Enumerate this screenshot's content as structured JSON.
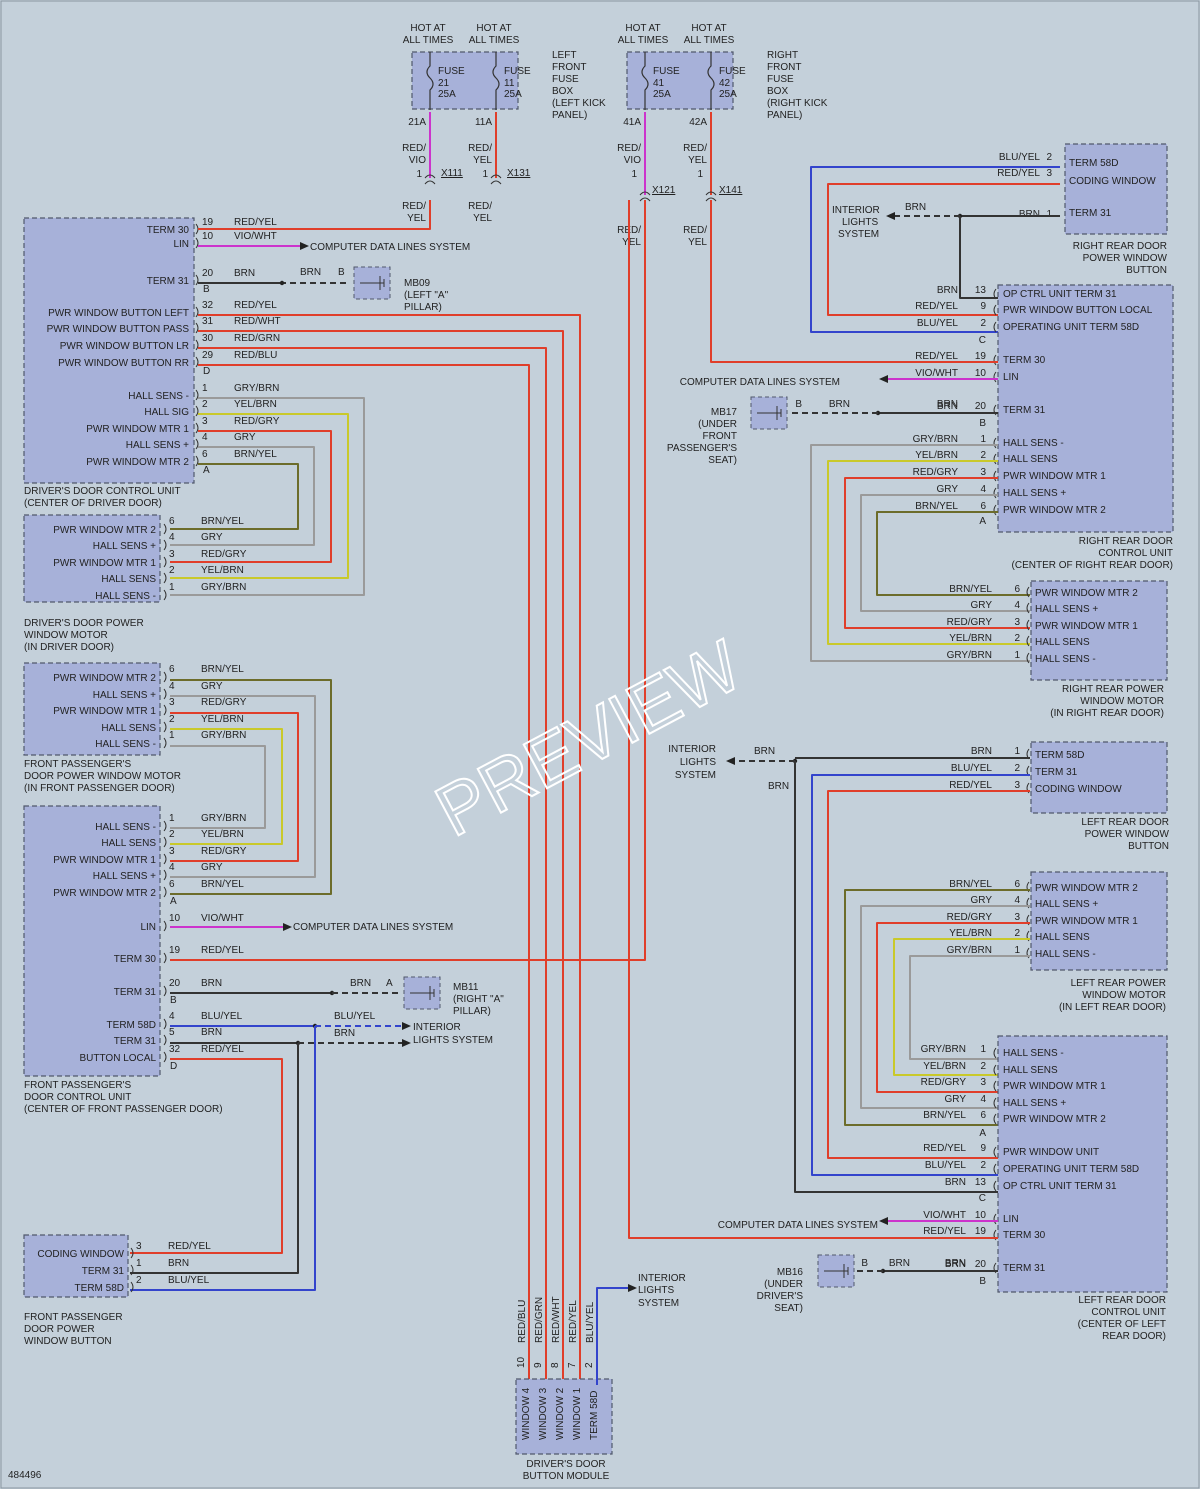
{
  "watermark": "PREVIEW",
  "diagram_id": "484496",
  "colors": {
    "background": "#c4d0da",
    "box_fill": "#a7b1d9",
    "wire_red": "#e03e2a",
    "wire_grey": "#9a9a9a",
    "wire_yellow": "#c9c92a",
    "wire_olive": "#6c6c2a",
    "wire_blue": "#3344cc",
    "wire_magenta": "#cc33cc",
    "wire_orange": "#d66a1d",
    "wire_dark": "#333333"
  },
  "fuse_boxes": {
    "left": {
      "hot1": "HOT AT",
      "hot1b": "ALL TIMES",
      "hot2": "HOT AT",
      "hot2b": "ALL TIMES",
      "fuse_a": {
        "name": "FUSE",
        "num": "21",
        "amp": "25A",
        "pin": "21A"
      },
      "fuse_b": {
        "name": "FUSE",
        "num": "11",
        "amp": "25A",
        "pin": "11A"
      },
      "label": [
        "LEFT",
        "FRONT",
        "FUSE",
        "BOX",
        "(LEFT KICK",
        "PANEL)"
      ],
      "wire_a": [
        "RED/",
        "VIO"
      ],
      "wire_b": [
        "RED/",
        "YEL"
      ],
      "conn_a": "X111",
      "conn_b": "X131",
      "pin_a": "1",
      "pin_b": "1",
      "wire_a2": [
        "RED/",
        "YEL"
      ],
      "wire_b2": [
        "RED/",
        "YEL"
      ]
    },
    "right": {
      "hot1": "HOT AT",
      "hot1b": "ALL TIMES",
      "hot2": "HOT AT",
      "hot2b": "ALL TIMES",
      "fuse_a": {
        "name": "FUSE",
        "num": "41",
        "amp": "25A",
        "pin": "41A"
      },
      "fuse_b": {
        "name": "FUSE",
        "num": "42",
        "amp": "25A",
        "pin": "42A"
      },
      "label": [
        "RIGHT",
        "FRONT",
        "FUSE",
        "BOX",
        "(RIGHT KICK",
        "PANEL)"
      ],
      "wire_a": [
        "RED/",
        "VIO"
      ],
      "wire_b": [
        "RED/",
        "YEL"
      ],
      "conn_a": "X121",
      "conn_b": "X141",
      "pin_a": "1",
      "pin_b": "1",
      "wire_a2": [
        "RED/",
        "YEL"
      ],
      "wire_b2": [
        "RED/",
        "YEL"
      ]
    }
  },
  "driver_dcu": {
    "label": [
      "DRIVER'S DOOR CONTROL UNIT",
      "(CENTER OF DRIVER DOOR)"
    ],
    "pins": [
      {
        "name": "TERM 30",
        "pin": "19",
        "wire": "RED/YEL"
      },
      {
        "name": "LIN",
        "pin": "10",
        "wire": "VIO/WHT"
      },
      {
        "name": "TERM 31",
        "pin": "20",
        "wire": "BRN"
      },
      {
        "name": "PWR WINDOW BUTTON LEFT",
        "pin": "32",
        "wire": "RED/YEL"
      },
      {
        "name": "PWR WINDOW BUTTON PASS",
        "pin": "31",
        "wire": "RED/WHT"
      },
      {
        "name": "PWR WINDOW BUTTON LR",
        "pin": "30",
        "wire": "RED/GRN"
      },
      {
        "name": "PWR WINDOW BUTTON RR",
        "pin": "29",
        "wire": "RED/BLU"
      },
      {
        "name": "HALL SENS -",
        "pin": "1",
        "wire": "GRY/BRN"
      },
      {
        "name": "HALL SIG",
        "pin": "2",
        "wire": "YEL/BRN"
      },
      {
        "name": "PWR WINDOW MTR 1",
        "pin": "3",
        "wire": "RED/GRY"
      },
      {
        "name": "HALL SENS +",
        "pin": "4",
        "wire": "GRY"
      },
      {
        "name": "PWR WINDOW MTR 2",
        "pin": "6",
        "wire": "BRN/YEL"
      }
    ],
    "conn_b": "B",
    "conn_d": "D",
    "conn_a": "A",
    "lin_dest": "COMPUTER DATA LINES SYSTEM",
    "ground": {
      "wire": "BRN",
      "conn": "B",
      "id": "MB09",
      "loc": [
        "(LEFT \"A\"",
        "PILLAR)"
      ]
    }
  },
  "driver_motor": {
    "label": [
      "DRIVER'S DOOR POWER",
      "WINDOW MOTOR",
      "(IN DRIVER DOOR)"
    ],
    "pins": [
      {
        "name": "PWR WINDOW MTR 2",
        "pin": "6",
        "wire": "BRN/YEL"
      },
      {
        "name": "HALL SENS +",
        "pin": "4",
        "wire": "GRY"
      },
      {
        "name": "PWR WINDOW MTR 1",
        "pin": "3",
        "wire": "RED/GRY"
      },
      {
        "name": "HALL SENS",
        "pin": "2",
        "wire": "YEL/BRN"
      },
      {
        "name": "HALL SENS -",
        "pin": "1",
        "wire": "GRY/BRN"
      }
    ]
  },
  "fp_motor": {
    "label": [
      "FRONT PASSENGER'S",
      "DOOR POWER WINDOW MOTOR",
      "(IN FRONT PASSENGER DOOR)"
    ],
    "pins": [
      {
        "name": "PWR WINDOW MTR 2",
        "pin": "6",
        "wire": "BRN/YEL"
      },
      {
        "name": "HALL SENS +",
        "pin": "4",
        "wire": "GRY"
      },
      {
        "name": "PWR WINDOW MTR 1",
        "pin": "3",
        "wire": "RED/GRY"
      },
      {
        "name": "HALL SENS",
        "pin": "2",
        "wire": "YEL/BRN"
      },
      {
        "name": "HALL SENS -",
        "pin": "1",
        "wire": "GRY/BRN"
      }
    ]
  },
  "fp_dcu": {
    "label": [
      "FRONT PASSENGER'S",
      "DOOR CONTROL UNIT",
      "(CENTER OF FRONT PASSENGER DOOR)"
    ],
    "pins": [
      {
        "name": "HALL SENS -",
        "pin": "1",
        "wire": "GRY/BRN"
      },
      {
        "name": "HALL SENS",
        "pin": "2",
        "wire": "YEL/BRN"
      },
      {
        "name": "PWR WINDOW MTR 1",
        "pin": "3",
        "wire": "RED/GRY"
      },
      {
        "name": "HALL SENS +",
        "pin": "4",
        "wire": "GRY"
      },
      {
        "name": "PWR WINDOW MTR 2",
        "pin": "6",
        "wire": "BRN/YEL"
      },
      {
        "name": "LIN",
        "pin": "10",
        "wire": "VIO/WHT"
      },
      {
        "name": "TERM 30",
        "pin": "19",
        "wire": "RED/YEL"
      },
      {
        "name": "TERM 31",
        "pin": "20",
        "wire": "BRN"
      },
      {
        "name": "TERM 58D",
        "pin": "4",
        "wire": "BLU/YEL"
      },
      {
        "name": "TERM 31",
        "pin": "5",
        "wire": "BRN"
      },
      {
        "name": "BUTTON LOCAL",
        "pin": "32",
        "wire": "RED/YEL"
      }
    ],
    "conn_a": "A",
    "conn_b": "B",
    "conn_d": "D",
    "lin_dest": "COMPUTER DATA LINES SYSTEM",
    "ground": {
      "wire": "BRN",
      "conn": "A",
      "id": "MB11",
      "loc": [
        "(RIGHT \"A\"",
        "PILLAR)"
      ]
    },
    "interior": {
      "wire1": "BLU/YEL",
      "wire2": "BRN",
      "dest": [
        "INTERIOR",
        "LIGHTS SYSTEM"
      ]
    }
  },
  "fp_button": {
    "label": [
      "FRONT PASSENGER",
      "DOOR POWER",
      "WINDOW BUTTON"
    ],
    "pins": [
      {
        "name": "CODING WINDOW",
        "pin": "3",
        "wire": "RED/YEL"
      },
      {
        "name": "TERM 31",
        "pin": "1",
        "wire": "BRN"
      },
      {
        "name": "TERM 58D",
        "pin": "2",
        "wire": "BLU/YEL"
      }
    ]
  },
  "button_module": {
    "label": [
      "DRIVER'S DOOR",
      "BUTTON MODULE"
    ],
    "pins": [
      {
        "name": "WINDOW 4",
        "pin": "10",
        "wire": "RED/BLU"
      },
      {
        "name": "WINDOW 3",
        "pin": "9",
        "wire": "RED/GRN"
      },
      {
        "name": "WINDOW 2",
        "pin": "8",
        "wire": "RED/WHT"
      },
      {
        "name": "WINDOW 1",
        "pin": "7",
        "wire": "RED/YEL"
      },
      {
        "name": "TERM 58D",
        "pin": "2",
        "wire": "BLU/YEL"
      }
    ],
    "interior": [
      "INTERIOR",
      "LIGHTS",
      "SYSTEM"
    ]
  },
  "rr_button": {
    "label": [
      "RIGHT REAR DOOR",
      "POWER WINDOW",
      "BUTTON"
    ],
    "pins": [
      {
        "name": "TERM 58D",
        "pin": "2",
        "wire": "BLU/YEL"
      },
      {
        "name": "CODING WINDOW",
        "pin": "3",
        "wire": "RED/YEL"
      },
      {
        "name": "TERM 31",
        "pin": "1",
        "wire": "BRN"
      }
    ],
    "interior": {
      "wire": "BRN",
      "dest": [
        "INTERIOR",
        "LIGHTS",
        "SYSTEM"
      ]
    }
  },
  "rr_dcu": {
    "label": [
      "RIGHT REAR DOOR",
      "CONTROL UNIT",
      "(CENTER OF RIGHT REAR DOOR)"
    ],
    "pins": [
      {
        "name": "OP CTRL UNIT TERM 31",
        "pin": "13",
        "wire": "BRN"
      },
      {
        "name": "PWR WINDOW BUTTON LOCAL",
        "pin": "9",
        "wire": "RED/YEL"
      },
      {
        "name": "OPERATING UNIT TERM 58D",
        "pin": "2",
        "wire": "BLU/YEL"
      },
      {
        "name": "TERM 30",
        "pin": "19",
        "wire": "RED/YEL"
      },
      {
        "name": "LIN",
        "pin": "10",
        "wire": "VIO/WHT"
      },
      {
        "name": "TERM 31",
        "pin": "20",
        "wire": "BRN"
      },
      {
        "name": "HALL SENS -",
        "pin": "1",
        "wire": "GRY/BRN"
      },
      {
        "name": "HALL SENS",
        "pin": "2",
        "wire": "YEL/BRN"
      },
      {
        "name": "PWR WINDOW MTR 1",
        "pin": "3",
        "wire": "RED/GRY"
      },
      {
        "name": "HALL SENS +",
        "pin": "4",
        "wire": "GRY"
      },
      {
        "name": "PWR WINDOW MTR 2",
        "pin": "6",
        "wire": "BRN/YEL"
      }
    ],
    "conn_c": "C",
    "conn_b": "B",
    "conn_a": "A",
    "lin_dest": "COMPUTER DATA LINES SYSTEM",
    "ground": {
      "wire": "BRN",
      "conn": "B",
      "id": "MB17",
      "loc": [
        "(UNDER",
        "FRONT",
        "PASSENGER'S",
        "SEAT)"
      ]
    }
  },
  "rr_motor": {
    "label": [
      "RIGHT REAR POWER",
      "WINDOW MOTOR",
      "(IN RIGHT REAR DOOR)"
    ],
    "pins": [
      {
        "name": "PWR WINDOW MTR 2",
        "pin": "6",
        "wire": "BRN/YEL"
      },
      {
        "name": "HALL SENS +",
        "pin": "4",
        "wire": "GRY"
      },
      {
        "name": "PWR WINDOW MTR 1",
        "pin": "3",
        "wire": "RED/GRY"
      },
      {
        "name": "HALL SENS",
        "pin": "2",
        "wire": "YEL/BRN"
      },
      {
        "name": "HALL SENS -",
        "pin": "1",
        "wire": "GRY/BRN"
      }
    ]
  },
  "lr_button": {
    "label": [
      "LEFT REAR DOOR",
      "POWER WINDOW",
      "BUTTON"
    ],
    "pins": [
      {
        "name": "TERM 58D",
        "pin": "1",
        "wire": "BRN"
      },
      {
        "name": "TERM 31",
        "pin": "2",
        "wire": "BLU/YEL"
      },
      {
        "name": "CODING WINDOW",
        "pin": "3",
        "wire": "RED/YEL"
      }
    ],
    "interior": {
      "wire": "BRN",
      "wire2": "BRN",
      "dest": [
        "INTERIOR",
        "LIGHTS",
        "SYSTEM"
      ]
    }
  },
  "lr_motor": {
    "label": [
      "LEFT REAR POWER",
      "WINDOW MOTOR",
      "(IN LEFT REAR DOOR)"
    ],
    "pins": [
      {
        "name": "PWR WINDOW MTR 2",
        "pin": "6",
        "wire": "BRN/YEL"
      },
      {
        "name": "HALL SENS +",
        "pin": "4",
        "wire": "GRY"
      },
      {
        "name": "PWR WINDOW MTR 1",
        "pin": "3",
        "wire": "RED/GRY"
      },
      {
        "name": "HALL SENS",
        "pin": "2",
        "wire": "YEL/BRN"
      },
      {
        "name": "HALL SENS -",
        "pin": "1",
        "wire": "GRY/BRN"
      }
    ]
  },
  "lr_dcu": {
    "label": [
      "LEFT REAR DOOR",
      "CONTROL UNIT",
      "(CENTER OF LEFT",
      "REAR DOOR)"
    ],
    "pins": [
      {
        "name": "HALL SENS -",
        "pin": "1",
        "wire": "GRY/BRN"
      },
      {
        "name": "HALL SENS",
        "pin": "2",
        "wire": "YEL/BRN"
      },
      {
        "name": "PWR WINDOW MTR 1",
        "pin": "3",
        "wire": "RED/GRY"
      },
      {
        "name": "HALL SENS +",
        "pin": "4",
        "wire": "GRY"
      },
      {
        "name": "PWR WINDOW MTR 2",
        "pin": "6",
        "wire": "BRN/YEL"
      },
      {
        "name": "PWR WINDOW UNIT",
        "pin": "9",
        "wire": "RED/YEL"
      },
      {
        "name": "OPERATING UNIT TERM 58D",
        "pin": "2",
        "wire": "BLU/YEL"
      },
      {
        "name": "OP CTRL UNIT TERM 31",
        "pin": "13",
        "wire": "BRN"
      },
      {
        "name": "LIN",
        "pin": "10",
        "wire": "VIO/WHT"
      },
      {
        "name": "TERM 30",
        "pin": "19",
        "wire": "RED/YEL"
      },
      {
        "name": "TERM 31",
        "pin": "20",
        "wire": "BRN"
      }
    ],
    "conn_a": "A",
    "conn_c": "C",
    "conn_b": "B",
    "lin_dest": "COMPUTER DATA LINES SYSTEM",
    "ground": {
      "wire": "BRN",
      "conn": "B",
      "id": "MB16",
      "loc": [
        "(UNDER",
        "DRIVER'S",
        "SEAT)"
      ]
    }
  }
}
